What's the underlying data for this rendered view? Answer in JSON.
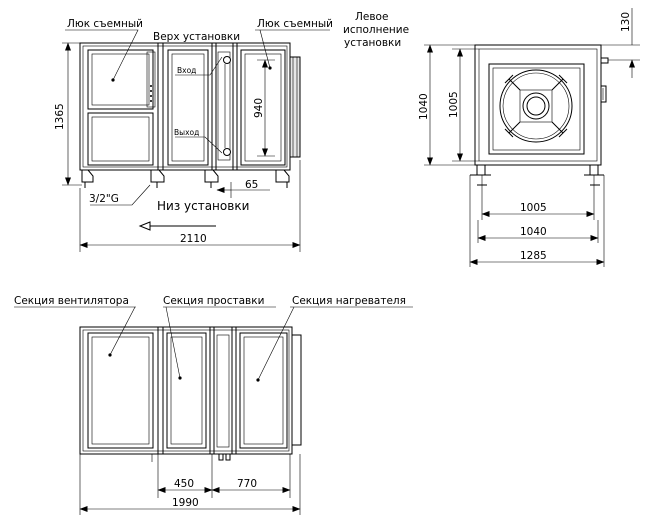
{
  "drawing": {
    "top_view": {
      "hatch_left_label": "Люк съемный",
      "hatch_right_label": "Люк съемный",
      "top_label": "Верх установки",
      "inlet_label": "Вход",
      "outlet_label": "Выход",
      "pipe_label": "3/2\"G",
      "bottom_label": "Низ установки",
      "dim_height": "1365",
      "dim_inner": "940",
      "dim_pipe": "65",
      "dim_length": "2110"
    },
    "left_version_label": [
      "Левое",
      "исполнение",
      "установки"
    ],
    "side_view": {
      "dim_top": "130",
      "dim_height_outer": "1040",
      "dim_height_inner": "1005",
      "dim_width_inner": "1005",
      "dim_width_mid": "1040",
      "dim_width_outer": "1285"
    },
    "plan_view": {
      "fan_section_label": "Секция вентилятора",
      "spacer_section_label": "Секция проставки",
      "heater_section_label": "Секция нагревателя",
      "dim_spacer": "450",
      "dim_heater": "770",
      "dim_total": "1990"
    }
  }
}
